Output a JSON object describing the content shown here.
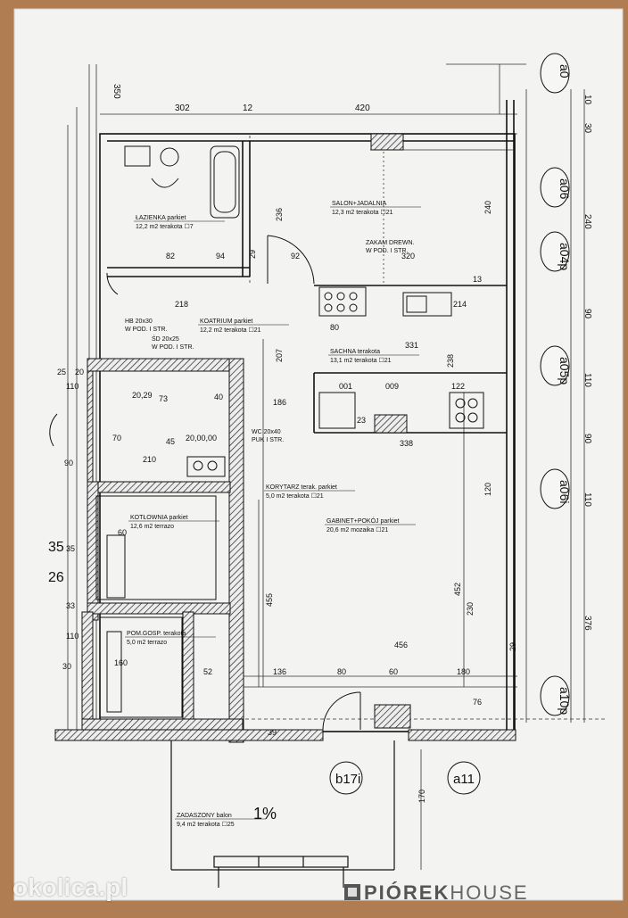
{
  "plan": {
    "dims_top": [
      "302",
      "12",
      "420",
      "350"
    ],
    "dims_right": [
      "10",
      "30",
      "240",
      "90",
      "110",
      "90",
      "110",
      "376"
    ],
    "axes": [
      "a0",
      "a06",
      "a04p",
      "a05p",
      "a06i",
      "a10p",
      "b17i",
      "a11"
    ],
    "rooms": [
      {
        "name": "ŁAZIENKA parkiet",
        "area": "12,2 m2 terakota ☐7"
      },
      {
        "name": "SALON+JADALNIA",
        "area": "12,3 m2 terakota ☐21"
      },
      {
        "name": "KOATRIUM parkiet",
        "area": "12,2 m2 terakota ☐21"
      },
      {
        "name": "SACHNA terakota",
        "area": "13,1 m2 terakota ☐21"
      },
      {
        "name": "KORYTARZ terak. parkiet",
        "area": "5,0 m2 terakota ☐21"
      },
      {
        "name": "GABINET+POKÓJ parkiet",
        "area": "20,6 m2 mozaika ☐21"
      },
      {
        "name": "KOTŁOWNIA parkiet",
        "area": "12,6 m2 terrazo"
      },
      {
        "name": "POM.GOSP. terakota",
        "area": "5,0 m2 terrazo"
      },
      {
        "name": "ZADASZONY balon",
        "area": "9,4 m2 terakota ☐25"
      }
    ],
    "notes": [
      {
        "text": "ZAKAM DREWN. W POD. I STR."
      },
      {
        "text": "WC 20x40 PUK I STR."
      },
      {
        "text": "HB 20x30 W POD. I STR."
      },
      {
        "text": "ŚD 20x25 W POD. I STR."
      },
      {
        "text": "1%"
      },
      {
        "text": "35"
      },
      {
        "text": "26"
      }
    ],
    "dims_misc": [
      "236",
      "92",
      "320",
      "214",
      "82",
      "94",
      "29",
      "218",
      "80",
      "331",
      "238",
      "207",
      "186",
      "001",
      "009",
      "122",
      "23",
      "338",
      "120",
      "455",
      "452",
      "230",
      "456",
      "136",
      "80",
      "60",
      "180",
      "240",
      "29",
      "73",
      "40",
      "60",
      "35",
      "52",
      "160",
      "110",
      "33",
      "70",
      "39",
      "170",
      "76",
      "20",
      "90",
      "210",
      "20,29",
      "20,00,00",
      "45",
      "25",
      "110",
      "13",
      "30"
    ]
  },
  "watermarks": {
    "left": "okolica.pl",
    "right_bold": "PIÓREK",
    "right_light": "HOUSE"
  }
}
